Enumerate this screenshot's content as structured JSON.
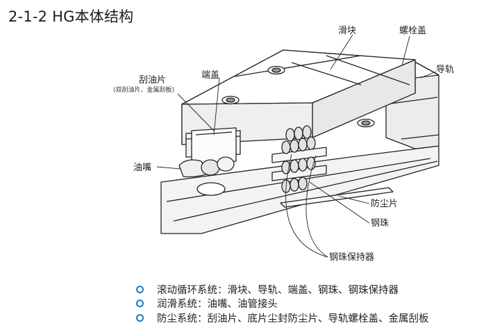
{
  "title": "2-1-2 HG本体结构",
  "labels": {
    "slider": "滑块",
    "bolt_cap": "螺栓盖",
    "rail": "导轨",
    "scraper": "刮油片",
    "scraper_note": "(双刮油片、金属刮板)",
    "end_cap": "端盖",
    "grease_nipple": "油嘴",
    "bottom_seal": "防尘片",
    "steel_ball": "钢珠",
    "ball_retainer": "钢珠保持器"
  },
  "bullets": [
    "滚动循环系统：滑块、导轨、端盖、钢珠、钢珠保持器",
    "润滑系统：油嘴、油管接头",
    "防尘系统：刮油片、底片尘封防尘片、导轨螺栓盖、金属刮板"
  ],
  "colors": {
    "bullet": "#1a7bc0",
    "line": "#222222"
  }
}
